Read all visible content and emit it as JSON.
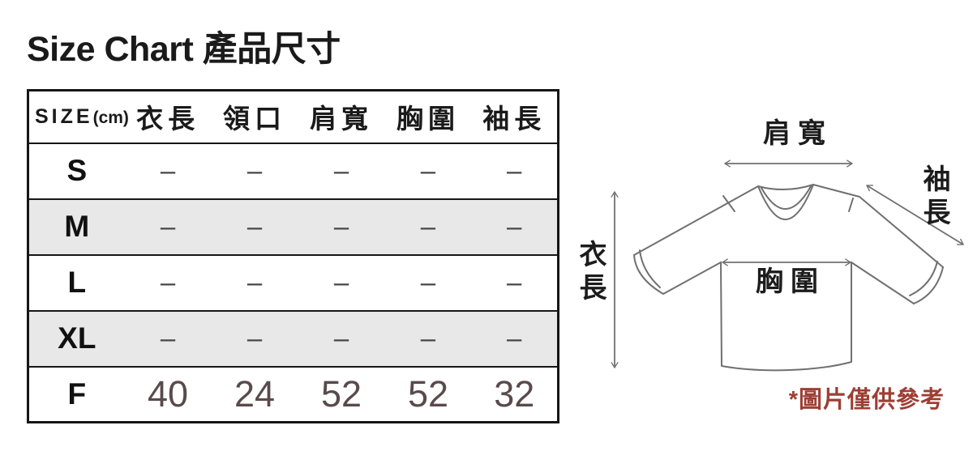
{
  "title": "Size Chart 產品尺寸",
  "table": {
    "header": {
      "size_label": "SIZE",
      "unit": "(cm)",
      "columns": [
        "衣長",
        "領口",
        "肩寬",
        "胸圍",
        "袖長"
      ]
    },
    "rows": [
      {
        "size": "S",
        "shaded": false,
        "values": [
          "–",
          "–",
          "–",
          "–",
          "–"
        ]
      },
      {
        "size": "M",
        "shaded": true,
        "values": [
          "–",
          "–",
          "–",
          "–",
          "–"
        ]
      },
      {
        "size": "L",
        "shaded": false,
        "values": [
          "–",
          "–",
          "–",
          "–",
          "–"
        ]
      },
      {
        "size": "XL",
        "shaded": true,
        "values": [
          "–",
          "–",
          "–",
          "–",
          "–"
        ]
      },
      {
        "size": "F",
        "shaded": false,
        "values": [
          "40",
          "24",
          "52",
          "52",
          "32"
        ]
      }
    ]
  },
  "diagram": {
    "shoulder_label": "肩寬",
    "sleeve_label": "袖長",
    "length_label": "衣長",
    "chest_label": "胸圍",
    "note": "*圖片僅供參考"
  },
  "colors": {
    "row_shade": "#e8e8e8",
    "value_text": "#594a4b",
    "note_text": "#9e3e33",
    "diagram_line": "#707070",
    "table_border": "#161616"
  }
}
